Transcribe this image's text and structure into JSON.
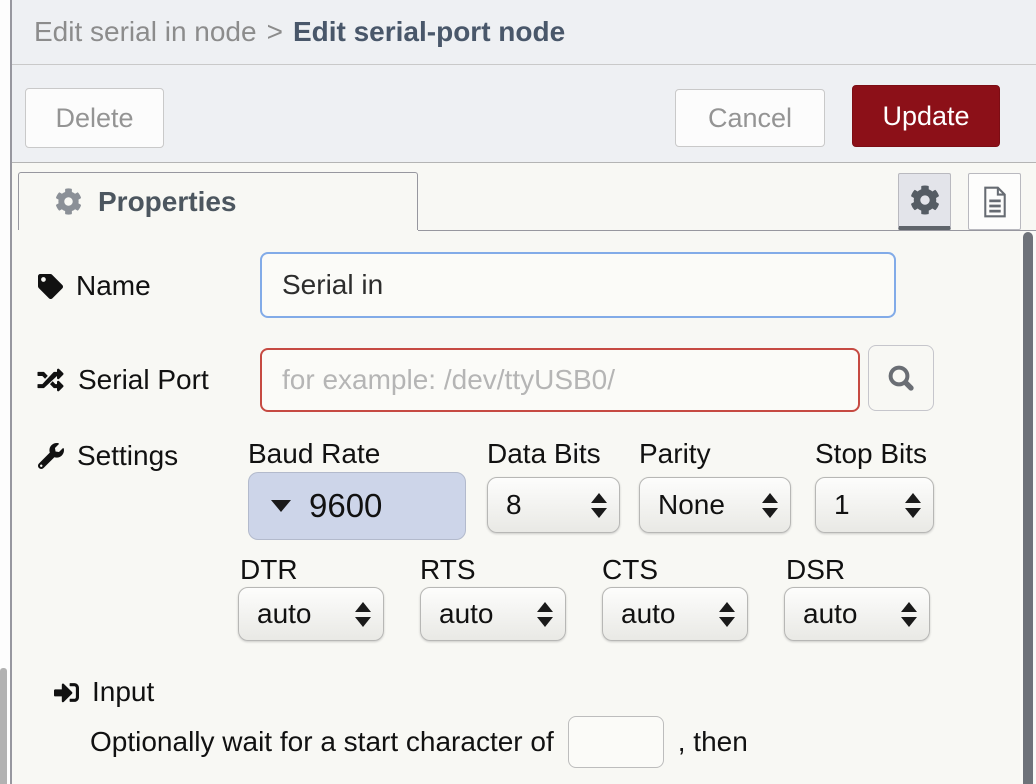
{
  "breadcrumb": {
    "parent": "Edit serial in node",
    "separator": ">",
    "current": "Edit serial-port node"
  },
  "toolbar": {
    "delete_label": "Delete",
    "cancel_label": "Cancel",
    "update_label": "Update"
  },
  "tabs": {
    "properties_label": "Properties"
  },
  "form": {
    "name": {
      "label": "Name",
      "value": "Serial in"
    },
    "serial_port": {
      "label": "Serial Port",
      "placeholder": "for example: /dev/ttyUSB0/"
    },
    "settings": {
      "label": "Settings",
      "baud_rate": {
        "label": "Baud Rate",
        "value": "9600"
      },
      "data_bits": {
        "label": "Data Bits",
        "value": "8"
      },
      "parity": {
        "label": "Parity",
        "value": "None"
      },
      "stop_bits": {
        "label": "Stop Bits",
        "value": "1"
      },
      "dtr": {
        "label": "DTR",
        "value": "auto"
      },
      "rts": {
        "label": "RTS",
        "value": "auto"
      },
      "cts": {
        "label": "CTS",
        "value": "auto"
      },
      "dsr": {
        "label": "DSR",
        "value": "auto"
      }
    },
    "input_section": {
      "label": "Input",
      "wait_text_before": "Optionally wait for a start character of",
      "wait_char_value": "",
      "wait_text_after": ", then"
    }
  },
  "colors": {
    "update_red": "#8c1018",
    "focus_blue": "#82abe8",
    "error_red": "#c64a42",
    "baud_fill": "#cdd5e9"
  }
}
